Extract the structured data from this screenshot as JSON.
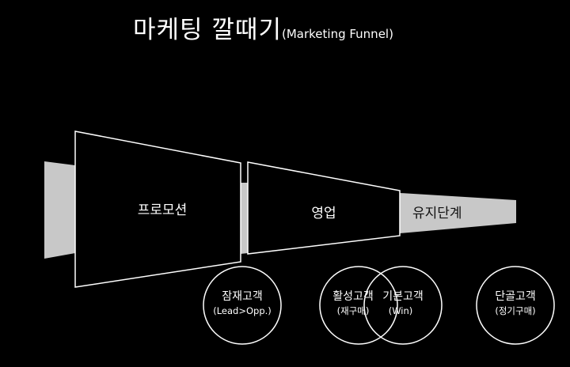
{
  "title": {
    "main": "마케팅 깔때기",
    "sub": "(Marketing Funnel)"
  },
  "stages": [
    {
      "label": "프로모션"
    },
    {
      "label": "영업"
    },
    {
      "label": "유지단계"
    }
  ],
  "customer_types": [
    {
      "label": "잠재고객",
      "sub": "(Lead>Opp.)"
    },
    {
      "label": "활성고객",
      "sub": "(재구매)"
    },
    {
      "label": "기본고객",
      "sub": "(Win)"
    },
    {
      "label": "단골고객",
      "sub": "(정기구매)"
    }
  ],
  "colors": {
    "background": "#000000",
    "funnel_gray": "#c8c8c8",
    "outline": "#ffffff"
  }
}
